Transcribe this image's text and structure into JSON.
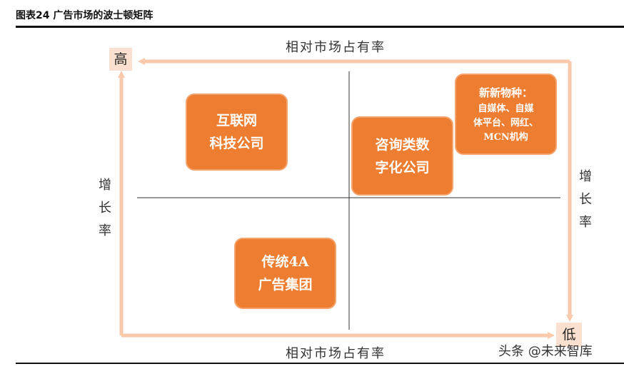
{
  "header": {
    "title": "图表24 广告市场的波士顿矩阵"
  },
  "axes": {
    "top_label": "相对市场占有率",
    "bottom_label": "相对市场占有率",
    "left_label": [
      "增",
      "长",
      "率"
    ],
    "right_label": [
      "增",
      "长",
      "率"
    ],
    "high": "高",
    "low": "低"
  },
  "quadrants": {
    "top_left": {
      "lines": [
        "互联网",
        "科技公司"
      ]
    },
    "top_right": {
      "lines": [
        "咨询类数",
        "字化公司"
      ]
    },
    "top_right_extra": {
      "lines": [
        "新新物种：",
        "自媒体、自媒",
        "体平台、网红、",
        "MCN机构"
      ]
    },
    "bottom_left": {
      "lines": [
        "传统4A",
        "广告集团"
      ]
    }
  },
  "watermark": "头条 @未来智库",
  "colors": {
    "box_fill": "#ed7d31",
    "arrow": "#f8c9ab",
    "corner_bg": "#fbe0cf"
  }
}
